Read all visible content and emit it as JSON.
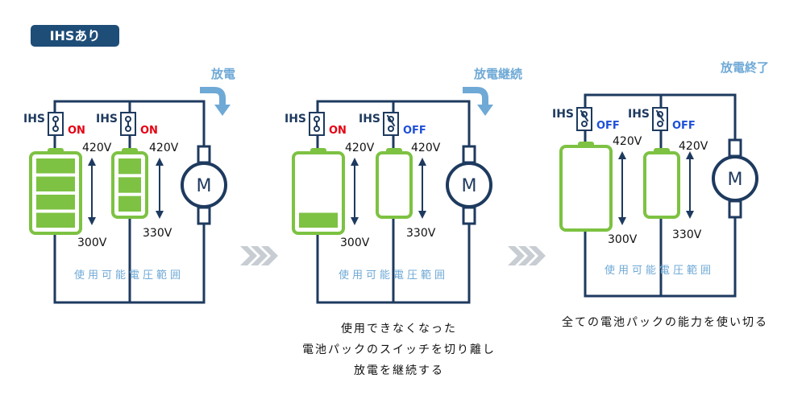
{
  "badge": "IHSあり",
  "colors": {
    "wire": "#1e3a5f",
    "battery": "#7dc242",
    "motor": "#1e3a5f",
    "flow_arrow": "#6fa9d6",
    "on": "#e60012",
    "off": "#1d4fd8",
    "range_text": "#6fa9d6",
    "chevron": "#c8cdd3"
  },
  "panels": [
    {
      "status_label": "放電",
      "range_label": "使用可能電圧範囲",
      "motor_label": "M",
      "left_switch": {
        "name": "IHS",
        "state": "ON"
      },
      "right_switch": {
        "name": "IHS",
        "state": "ON"
      },
      "left_pack": {
        "top_voltage": "420V",
        "bottom_voltage": "300V",
        "cells_filled": 4,
        "cells_total": 4
      },
      "right_pack": {
        "top_voltage": "420V",
        "bottom_voltage": "330V",
        "cells_filled": 3,
        "cells_total": 3
      }
    },
    {
      "status_label": "放電継続",
      "range_label": "使用可能電圧範囲",
      "motor_label": "M",
      "left_switch": {
        "name": "IHS",
        "state": "ON"
      },
      "right_switch": {
        "name": "IHS",
        "state": "OFF"
      },
      "left_pack": {
        "top_voltage": "420V",
        "bottom_voltage": "300V",
        "cells_filled": 1,
        "cells_total": 4
      },
      "right_pack": {
        "top_voltage": "420V",
        "bottom_voltage": "330V",
        "cells_filled": 0,
        "cells_total": 3
      }
    },
    {
      "status_label": "放電終了",
      "range_label": "使用可能電圧範囲",
      "motor_label": "M",
      "left_switch": {
        "name": "IHS",
        "state": "OFF"
      },
      "right_switch": {
        "name": "IHS",
        "state": "OFF"
      },
      "left_pack": {
        "top_voltage": "420V",
        "bottom_voltage": "300V",
        "cells_filled": 0,
        "cells_total": 4
      },
      "right_pack": {
        "top_voltage": "420V",
        "bottom_voltage": "330V",
        "cells_filled": 0,
        "cells_total": 3
      }
    }
  ],
  "captions": {
    "middle": [
      "使用できなくなった",
      "電池パックのスイッチを切り離し",
      "放電を継続する"
    ],
    "right": [
      "全ての電池パックの能力を使い切る"
    ]
  }
}
